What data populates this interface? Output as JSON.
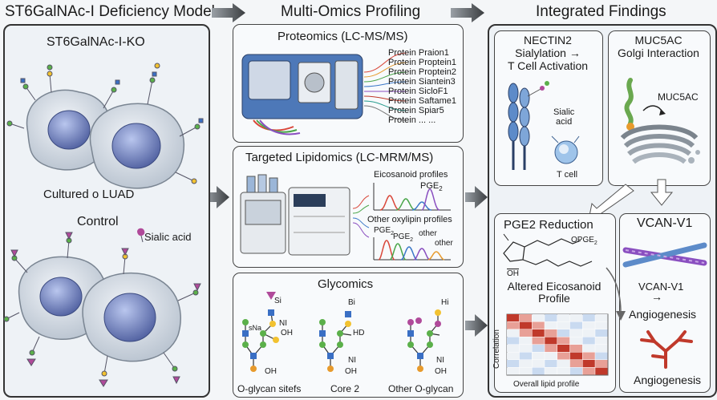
{
  "headers": {
    "deficiency_model": "ST6GalNAc-I Deficiency Model",
    "multi_omics": "Multi-Omics Profiling",
    "integrated": "Integrated Findings"
  },
  "left_panel": {
    "ko_label": "ST6GalNAc-I-KO",
    "cultured_label": "Cultured o LUAD",
    "control_label": "Control",
    "sialic_acid_legend": "Sialic acid"
  },
  "proteomics": {
    "title": "Proteomics (LC-MS/MS)",
    "proteins": [
      "Protein Praion1",
      "Protein Proptein1",
      "Protein Proptein2",
      "Protein Siantein3",
      "Protein SicloF1",
      "Protein Saftame1",
      "Protein Spiar5",
      "Protein ... ..."
    ]
  },
  "lipidomics": {
    "title": "Targeted Lipidomics (LC-MRM/MS)",
    "eicosanoid_label": "Eicosanoid profiles",
    "pge2_label": "PGE",
    "pge2_sub": "2",
    "oxylipin_label": "Other oxylipin profiles",
    "peak_labels": [
      "PGE",
      "PGE",
      "other",
      "other"
    ]
  },
  "glycomics": {
    "title": "Glycomics",
    "labels": [
      "O-glycan sitefs",
      "Core 2",
      "Other O-glycan"
    ],
    "annotations": [
      "Si",
      "sNa",
      "NI",
      "OH",
      "OH",
      "Bi",
      "HD",
      "NI",
      "OH",
      "Hi",
      "NI",
      "OH"
    ]
  },
  "nectin": {
    "title_line1": "NECTIN2",
    "title_line2": "Sialylation →",
    "title_line3": "T Cell Activation",
    "sialic_label_1": "Sialic",
    "sialic_label_2": "acid",
    "tcell_label": "T cell"
  },
  "muc5ac": {
    "title_line1": "MUC5AC",
    "title_line2": "Golgi Interaction",
    "label": "MUC5AC"
  },
  "pge2": {
    "title": "PGE2 Reduction",
    "opge2": "OPGE",
    "opge2_sub": "2",
    "oh": "OH",
    "altered_line1": "Altered Eicosanoid",
    "altered_line2": "Profile",
    "y_axis": "Correlation",
    "x_axis": "Overall lipid profile"
  },
  "vcan": {
    "title": "VCAN-V1",
    "label": "VCAN-V1",
    "arrow": "→",
    "angio_label": "Angiogenesis",
    "angio_bottom": "Angiogenesis"
  },
  "colors": {
    "panel_border": "#333333",
    "peak_red": "#d9473a",
    "peak_green": "#4aa64a",
    "peak_blue": "#3b78c8",
    "peak_purple": "#8a4fc0",
    "sialic": "#b04a9a",
    "glycan_green": "#5bb04a",
    "glycan_blue": "#3a6fc4",
    "glycan_yellow": "#f2c230",
    "glycan_orange": "#e79a2c",
    "vessel_red": "#c0392b"
  }
}
